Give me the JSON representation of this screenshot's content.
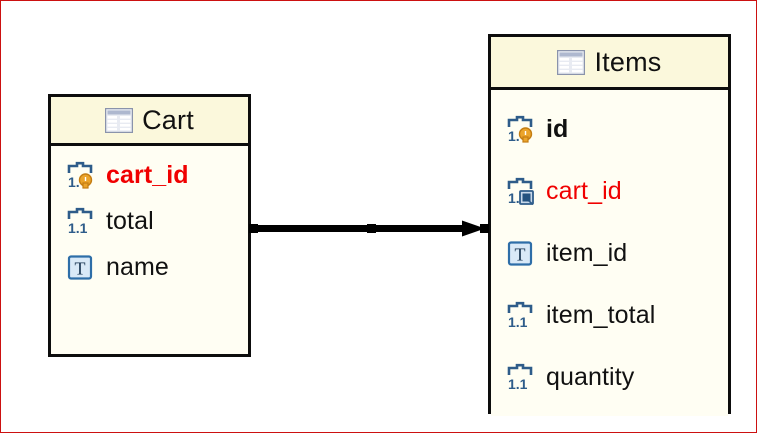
{
  "diagram": {
    "type": "entity-relationship-diagram",
    "canvas_border_color": "#cc1111",
    "entity_header_color": "#fbf8dc",
    "entity_body_color": "#fffef3",
    "entity_border_color": "#0d0d0d",
    "field_highlight_color": "#f00000",
    "primary_key_icon_color": "#eba42b",
    "icon_outline_color": "#2e5c8a"
  },
  "entities": [
    {
      "name": "Cart",
      "title_icon": "table-icon",
      "fields": [
        {
          "label": "cart_id",
          "icon": "primary-key-icon",
          "color": "red",
          "bold": true
        },
        {
          "label": "total",
          "icon": "numeric-field-icon",
          "color": "black",
          "bold": false
        },
        {
          "label": "name",
          "icon": "text-field-icon",
          "color": "black",
          "bold": false
        }
      ]
    },
    {
      "name": "Items",
      "title_icon": "table-icon",
      "fields": [
        {
          "label": "id",
          "icon": "primary-key-icon",
          "color": "black",
          "bold": true
        },
        {
          "label": "cart_id",
          "icon": "foreign-key-icon",
          "color": "red",
          "bold": false
        },
        {
          "label": "item_id",
          "icon": "text-field-icon",
          "color": "black",
          "bold": false
        },
        {
          "label": "item_total",
          "icon": "numeric-field-icon",
          "color": "black",
          "bold": false
        },
        {
          "label": "quantity",
          "icon": "numeric-field-icon",
          "color": "black",
          "bold": false
        }
      ]
    }
  ],
  "relationship": {
    "from": "Cart",
    "to": "Items",
    "from_field": "cart_id",
    "to_field": "cart_id",
    "style": "solid-arrow",
    "selected": true,
    "handle_count": 3
  }
}
